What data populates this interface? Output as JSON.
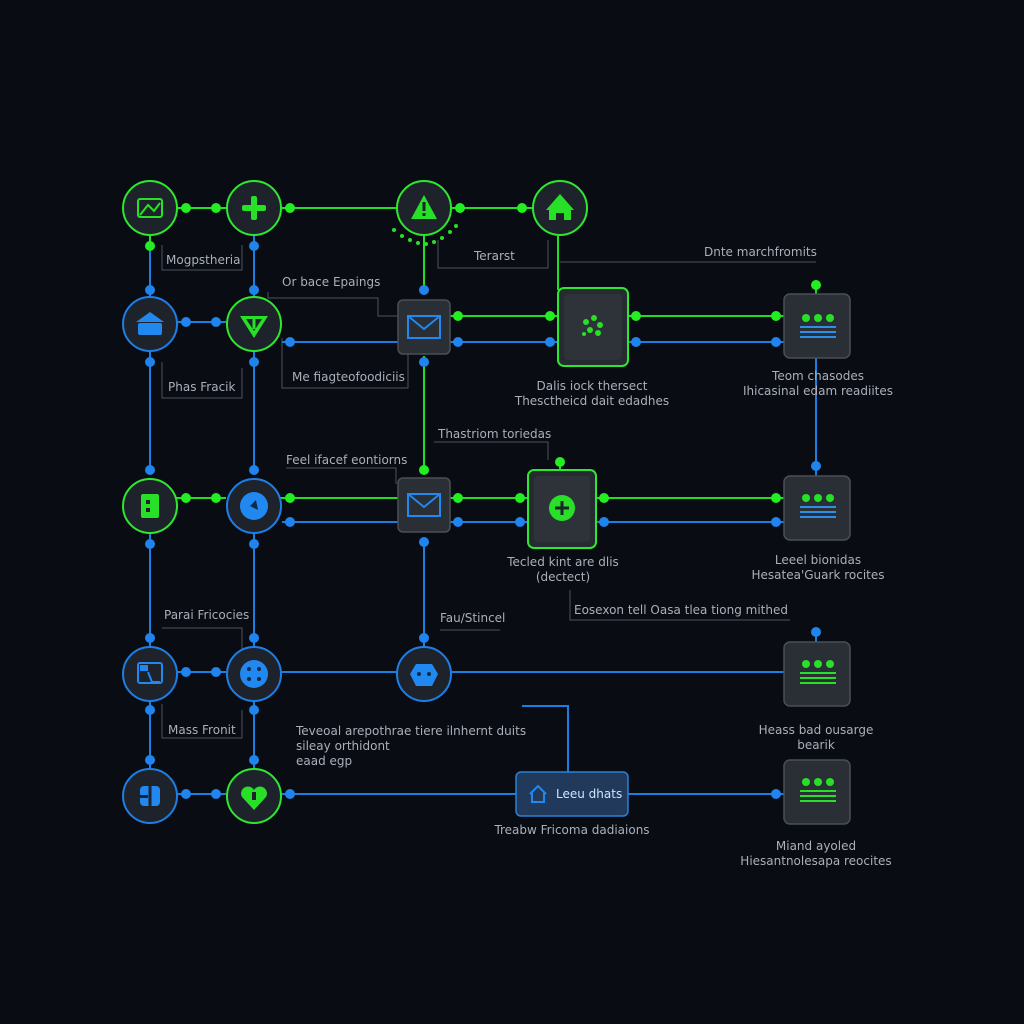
{
  "colors": {
    "background": "#090c12",
    "green": "#22dd22",
    "blue": "#1a7fe0",
    "panel": "#2a2e35"
  },
  "labels": {
    "magistheria": "Mogpstheria",
    "terarst": "Terarst",
    "dnte_marchforms": "Dnte marchfromits",
    "or_bace_epaings": "Or bace Epaings",
    "phas_frack": "Phas Fracik",
    "me_fiagteo": "Me fiagteofoodiciis",
    "dalis_iock": "Dalis iock thersect",
    "thesche_dais": "Thesctheicd dait edadhes",
    "teom_chasodes": "Teom chasodes",
    "ihicasina_edam": "Ihicasinal edam readiites",
    "thastriom": "Thastriom toriedas",
    "feel_ifaced": "Feel ifacef eontiorns",
    "tecled_kint": "Tecled kint are dlis",
    "dectect": "(dectect)",
    "leed_biondes": "Leeel bionidas",
    "hesata_guarik": "Hesatea'Guark rocites",
    "para_fricocies": "Parai Fricocies",
    "fau_stincel": "Fau/Stincel",
    "eosexon_tell": "Eosexon tell Oasa tlea tiong mithed",
    "hass_fronit": "Mass Fronit",
    "teveal_arepothrae": "Teveoal arepothrae tiere ilnhernt duits",
    "sileay_orthidont": "sileay orthidont",
    "eaod_egp": "eaad egp",
    "hesas_bad": "Heass bad ousarge",
    "beank": "bearik",
    "leeu_dhats_btn": "Leeu dhats",
    "treabw_fricoma": "Treabw Fricoma dadiaions",
    "miand_ayoled": "Miand ayoled",
    "hiesant_nesapa": "Hiesantnolesapa reocites"
  }
}
